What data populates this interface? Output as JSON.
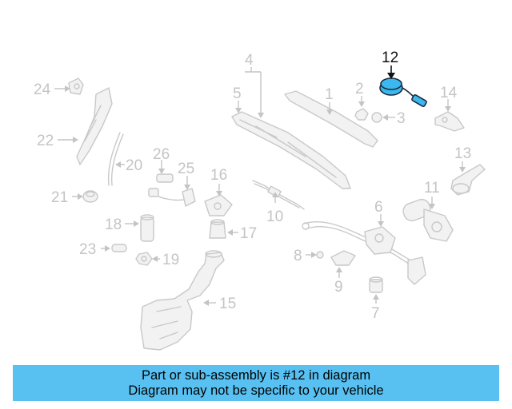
{
  "diagram": {
    "callouts": [
      "1",
      "2",
      "3",
      "4",
      "5",
      "6",
      "7",
      "8",
      "9",
      "10",
      "11",
      "12",
      "13",
      "14",
      "15",
      "16",
      "17",
      "18",
      "19",
      "20",
      "21",
      "22",
      "23",
      "24",
      "25",
      "26"
    ],
    "highlighted_callout": "12",
    "highlight_color": "#3bb8f0"
  },
  "banner": {
    "line1": "Part or sub-assembly is #12 in diagram",
    "line2": "Diagram may not be specific to your vehicle",
    "background": "#58c1f2"
  }
}
